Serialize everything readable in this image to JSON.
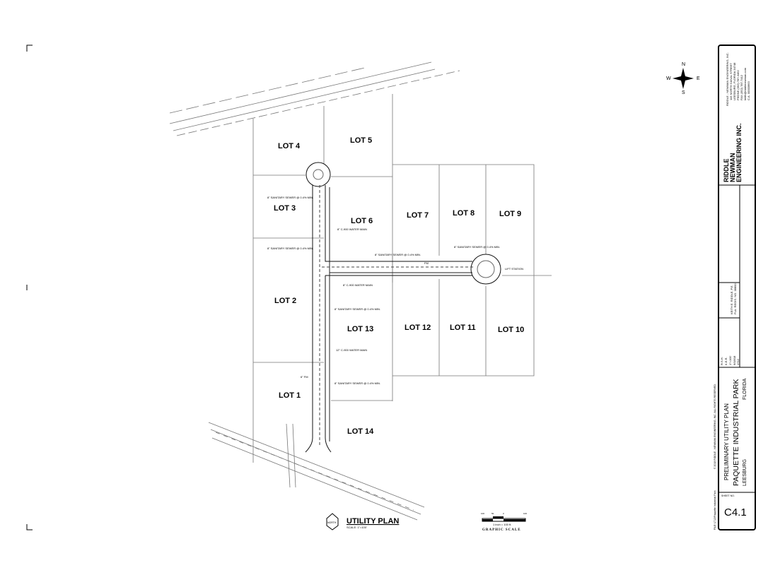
{
  "lots": [
    "LOT 1",
    "LOT 2",
    "LOT 3",
    "LOT 4",
    "LOT 5",
    "LOT 6",
    "LOT 7",
    "LOT 8",
    "LOT 9",
    "LOT 10",
    "LOT 11",
    "LOT 12",
    "LOT 13",
    "LOT 14"
  ],
  "notes": {
    "sewer_8": "8\" SANITARY SEWER @ 0.4% MIN.",
    "water_8": "8\" C-900 WATER MAIN",
    "water_12": "12\" C-900 WATER MAIN",
    "fm_6": "6\" FM",
    "lift_station": "LIFT STATION",
    "fm": "FM"
  },
  "plan_title": {
    "title": "UTILITY PLAN",
    "scale": "SCALE: 1\"=100'",
    "north": "NORTH"
  },
  "graphic_scale": {
    "ticks": [
      "100",
      "50",
      "0",
      "100"
    ],
    "ratio": "1 inch = 100 ft.",
    "label": "GRAPHIC SCALE"
  },
  "compass": {
    "n": "N",
    "s": "S",
    "e": "E",
    "w": "W"
  },
  "title_block": {
    "firm": "RIDDLE - NEWMAN ENGINEERING, INC.",
    "address1": "115 NORTH CANAL STREET",
    "address2": "LEESBURG, FLORIDA 34748",
    "phone": "PHONE (352) 787-3462",
    "fax": "FAX (352) 787-7412",
    "email": "keith@riddlenewman.com",
    "ca": "C.A. 00003663",
    "logo_text": [
      "RIDDLE",
      "NEWMAN",
      "ENGINEERING INC."
    ],
    "engineer": "KEITH E. RIDDLE, P.E.",
    "reg": "FLA. REGIS. NO. 38800",
    "drawn": "R.S.H.",
    "designed": "K.E.R.",
    "scale": "1\"=100'",
    "date": "6/18/18",
    "project": "1712",
    "sheet_title": "PRELIMINARY UTILITY PLAN",
    "project_name": "PAQUETTE INDUSTRIAL PARK",
    "city": "LEESBURG",
    "state": "FLORIDA",
    "copyright": "© 2018 RIDDLE - NEWMAN ENGINEERING, INC. ALL RIGHTS RESERVED.",
    "file": "FILE:\\1712\\Paquette Industrial Park",
    "sheet_no_label": "SHEET NO.",
    "sheet_no": "C4.1"
  }
}
